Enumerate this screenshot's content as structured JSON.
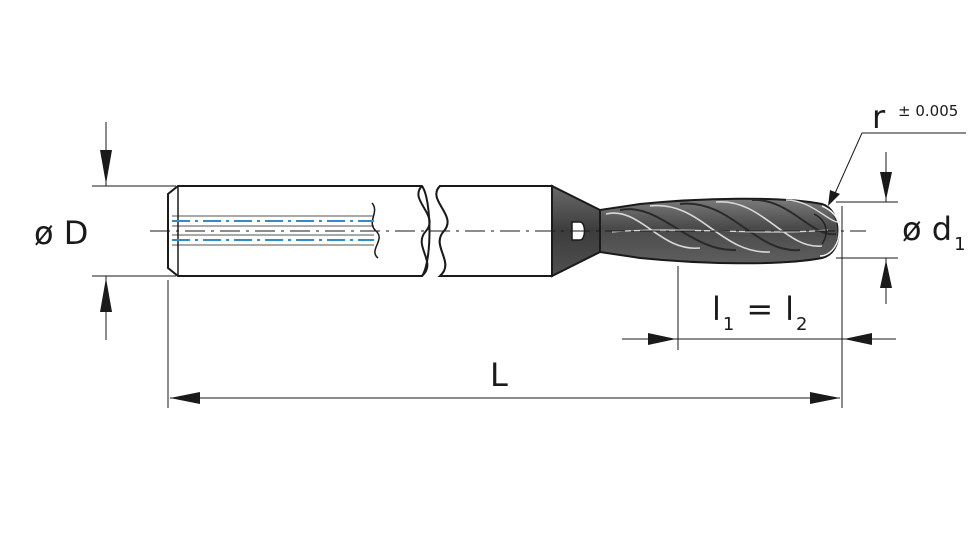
{
  "labels": {
    "shank_diameter": "ø D",
    "tip_diameter_symbol": "ø d",
    "tip_diameter_sub": "1",
    "overall_length": "L",
    "length_l": "l",
    "length_l_sub1": "1",
    "length_eq": "=",
    "length_l_sub2": "2",
    "radius_symbol": "r",
    "radius_tolerance": "± 0.005"
  },
  "colors": {
    "line": "#1a1a1a",
    "coolant_channel": "#2f8ccf",
    "shank_fill": "#ffffff",
    "neck_fill": "#4a4a4a",
    "flute_fill": "#5a5a5a"
  }
}
